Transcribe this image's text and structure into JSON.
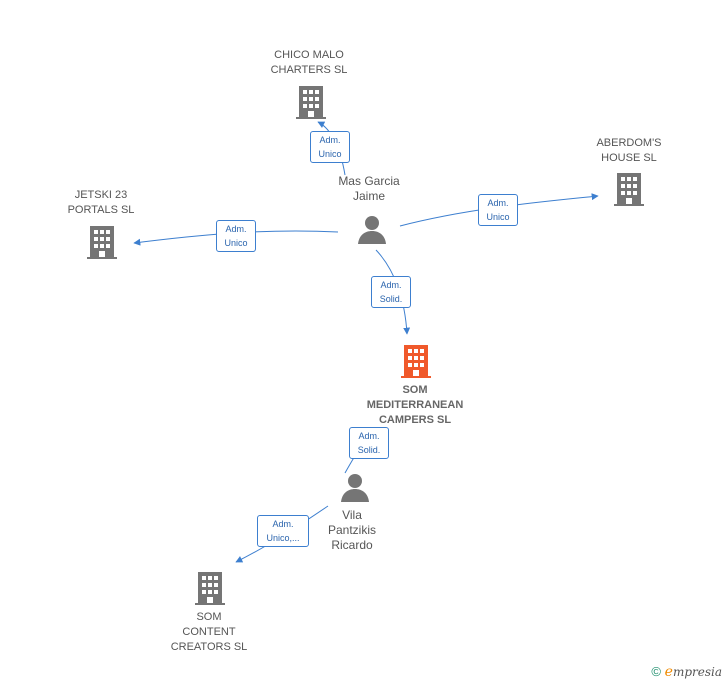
{
  "companies": {
    "chico_malo": "CHICO MALO\nCHARTERS  SL",
    "aberdoms": "ABERDOM'S\nHOUSE  SL",
    "jetski": "JETSKI 23\nPORTALS  SL",
    "som_med": "SOM\nMEDITERRANEAN\nCAMPERS  SL",
    "som_content": "SOM\nCONTENT\nCREATORS  SL"
  },
  "people": {
    "mas_garcia": "Mas Garcia\nJaime",
    "vila": "Vila\nPantzikis\nRicardo"
  },
  "badges": {
    "chico": [
      "Adm.",
      "Unico"
    ],
    "aberdoms": [
      "Adm.",
      "Unico"
    ],
    "jetski": [
      "Adm.",
      "Unico"
    ],
    "som_med_top": [
      "Adm.",
      "Solid."
    ],
    "som_med_bottom": [
      "Adm.",
      "Solid."
    ],
    "som_content": [
      "Adm.",
      "Unico,..."
    ]
  },
  "colors": {
    "edge": "#3d7fcf",
    "building": "#757575",
    "building_focus": "#f0592b",
    "person": "#757575"
  },
  "footer": {
    "copyright": "©",
    "brand_initial": "e",
    "brand_rest": "mpresia"
  }
}
